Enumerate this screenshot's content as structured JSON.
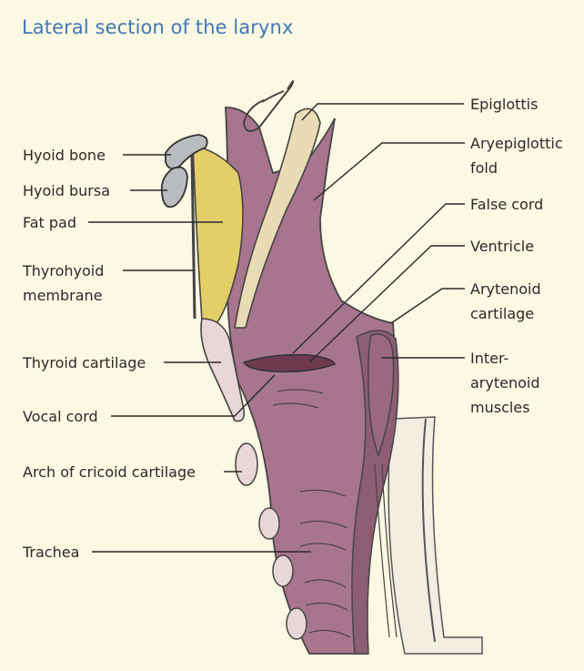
{
  "title": "Lateral section of the larynx",
  "labels": {
    "hyoid_bone": "Hyoid bone",
    "hyoid_bursa": "Hyoid bursa",
    "fat_pad": "Fat pad",
    "thyrohyoid_membrane": [
      "Thyrohyoid",
      "membrane"
    ],
    "thyroid_cartilage": "Thyroid cartilage",
    "vocal_cord": "Vocal cord",
    "arch_of_cricoid_cartilage": "Arch of cricoid cartilage",
    "trachea": "Trachea",
    "epiglottis": "Epiglottis",
    "aryepiglottic_fold": [
      "Aryepiglottic",
      "fold"
    ],
    "false_cord": "False cord",
    "ventricle": "Ventricle",
    "arytenoid_cartilage": [
      "Arytenoid",
      "cartilage"
    ],
    "interarytenoid_muscles": [
      "Inter-",
      "arytenoid",
      "muscles"
    ]
  },
  "colors": {
    "title": "#3f79b6",
    "tissue": "#a8758e",
    "tissue_dark": "#8d5d74",
    "fat_pad": "#e3cf68",
    "cartilage": "#e9d7d7",
    "epiglottis": "#e9dcb4",
    "ventricle": "#6e3a4e",
    "background": "#fbf8e3"
  }
}
